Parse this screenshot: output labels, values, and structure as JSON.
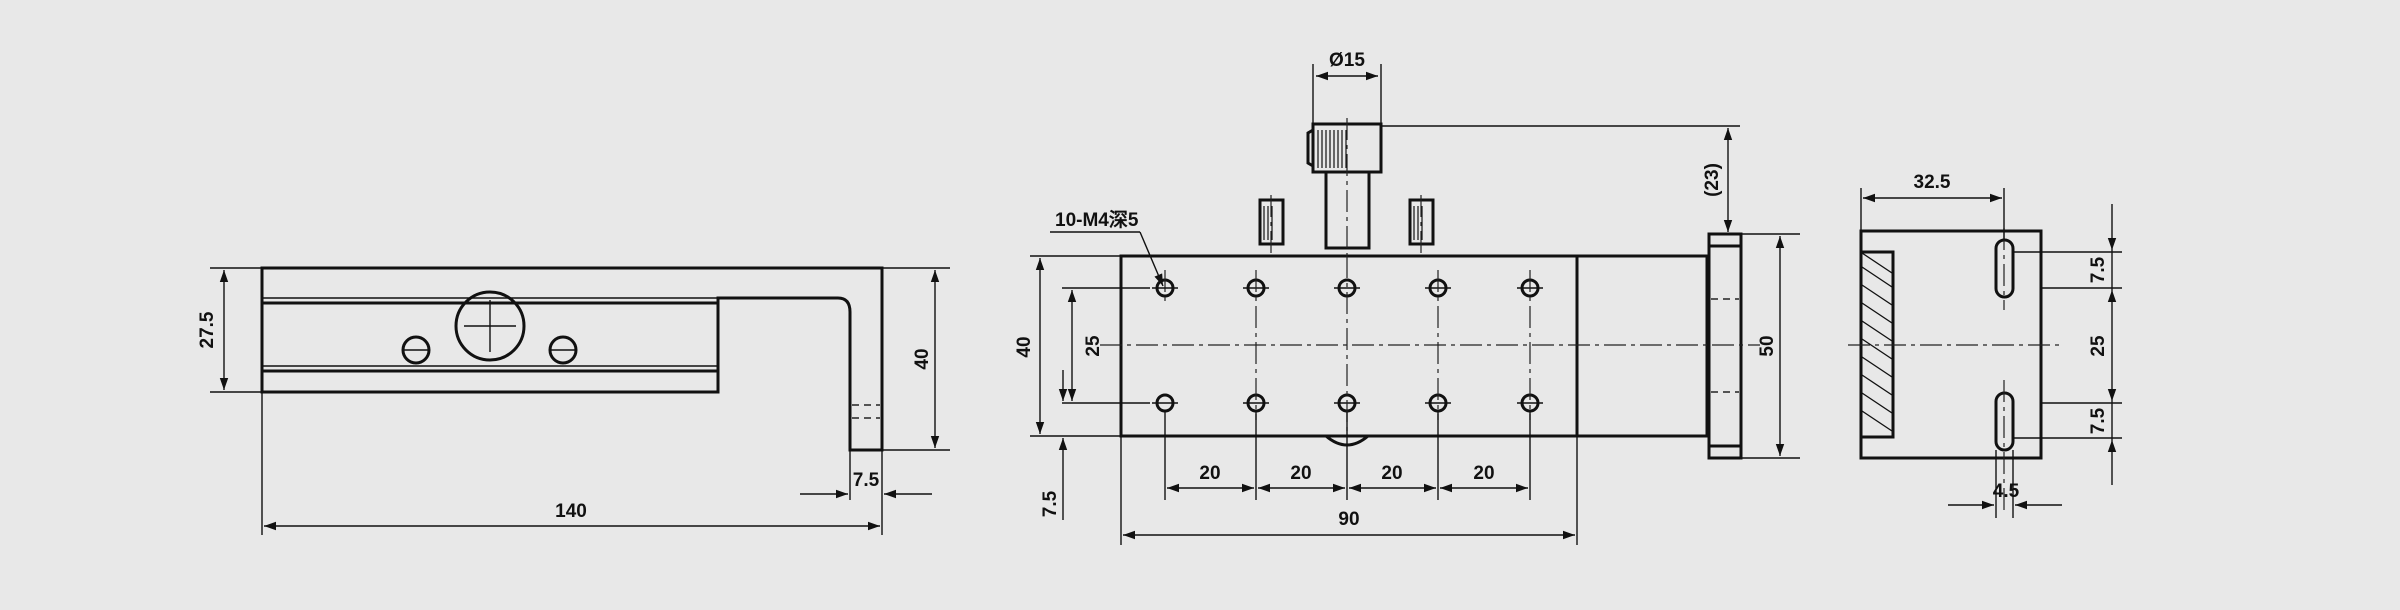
{
  "labels": {
    "d140": "140",
    "d27_5": "27.5",
    "d40_left": "40",
    "d7_5_left": "7.5",
    "dia15": "Ø15",
    "d23": "(23)",
    "thread": "10-M4深5",
    "d40_front": "40",
    "d25_front": "25",
    "d7_5_front": "7.5",
    "d20_1": "20",
    "d20_2": "20",
    "d20_3": "20",
    "d20_4": "20",
    "d90": "90",
    "d50": "50",
    "d32_5": "32.5",
    "d7_5_r_top": "7.5",
    "d25_right": "25",
    "d7_5_r_bot": "7.5",
    "d4_5": "4.5"
  },
  "colors": {
    "background": "#e8e8e8",
    "line": "#111111"
  }
}
